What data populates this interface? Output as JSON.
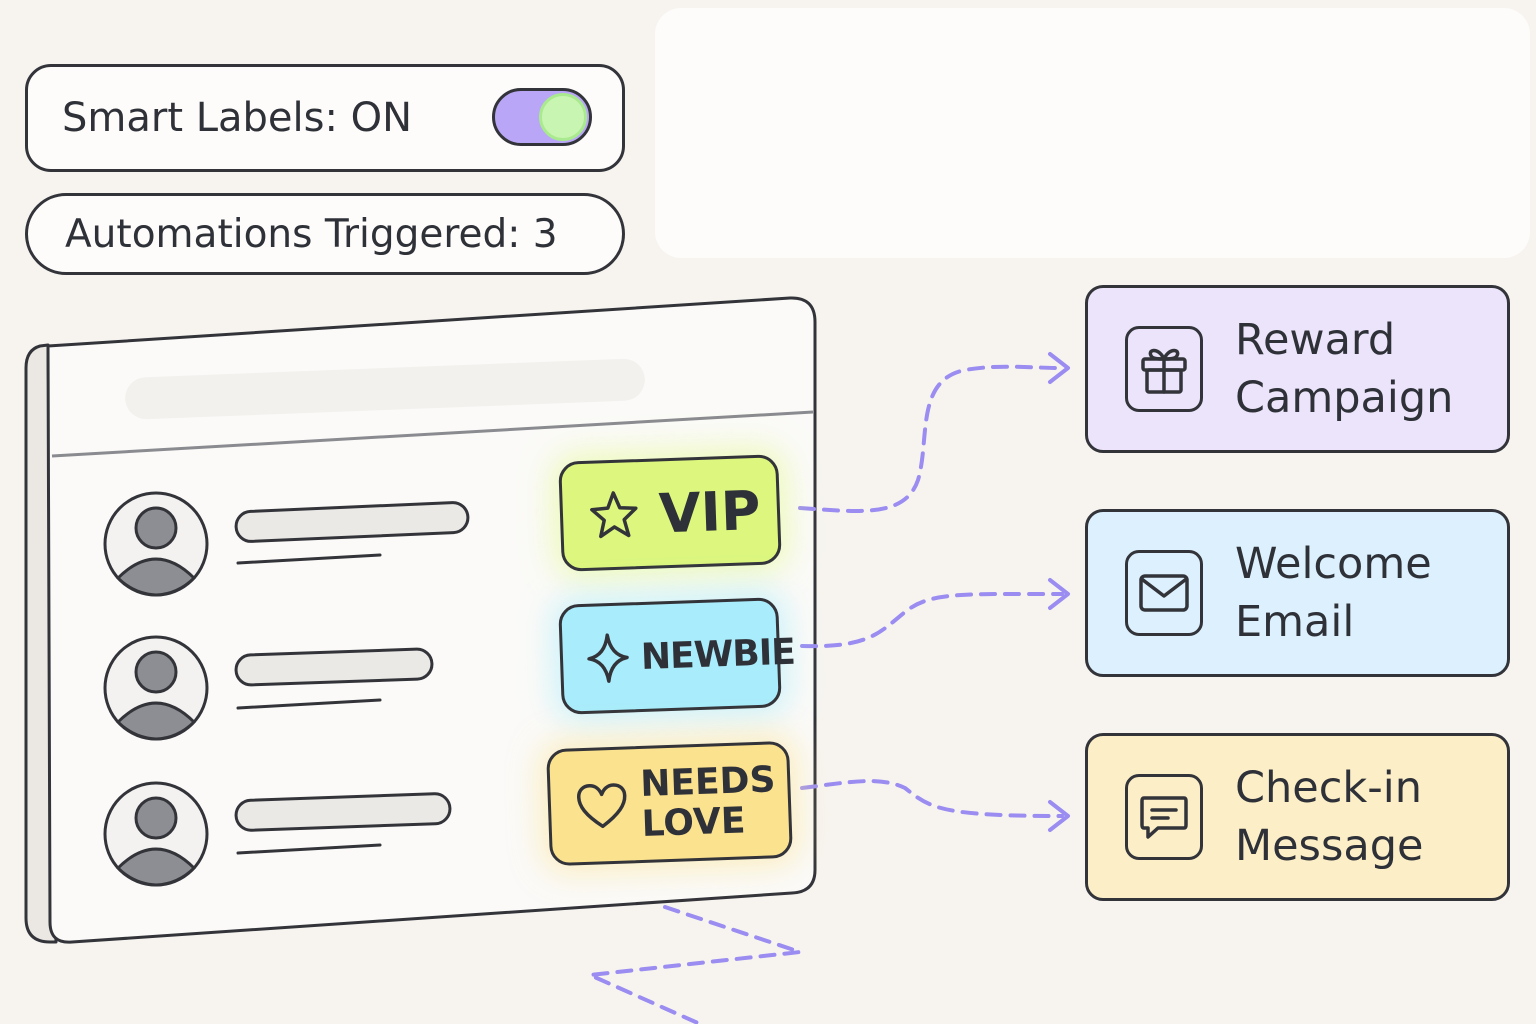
{
  "status": {
    "smart_labels": "Smart Labels: ON",
    "smart_labels_toggle_on": true,
    "automations": "Automations Triggered: 3"
  },
  "header_ghost_text": "",
  "contacts": [
    {
      "label": "VIP",
      "label_icon": "star-icon",
      "label_color": "#dcf67e"
    },
    {
      "label": "NEWBIE",
      "label_icon": "sparkle-icon",
      "label_color": "#a9ecfb"
    },
    {
      "label_line1": "NEEDS",
      "label_line2": "LOVE",
      "label_icon": "heart-icon",
      "label_color": "#fbe28f"
    }
  ],
  "actions": [
    {
      "line1": "Reward",
      "line2": "Campaign",
      "icon": "gift-icon",
      "color": "#ece4fa"
    },
    {
      "line1": "Welcome",
      "line2": "Email",
      "icon": "envelope-icon",
      "color": "#dcf1fd"
    },
    {
      "line1": "Check-in",
      "line2": "Message",
      "icon": "message-icon",
      "color": "#fcefc8"
    }
  ],
  "colors": {
    "connector": "#9a8cf0",
    "toggle_track": "#b9a6f6",
    "toggle_knob": "#c9f5b2",
    "outline": "#33343a"
  }
}
